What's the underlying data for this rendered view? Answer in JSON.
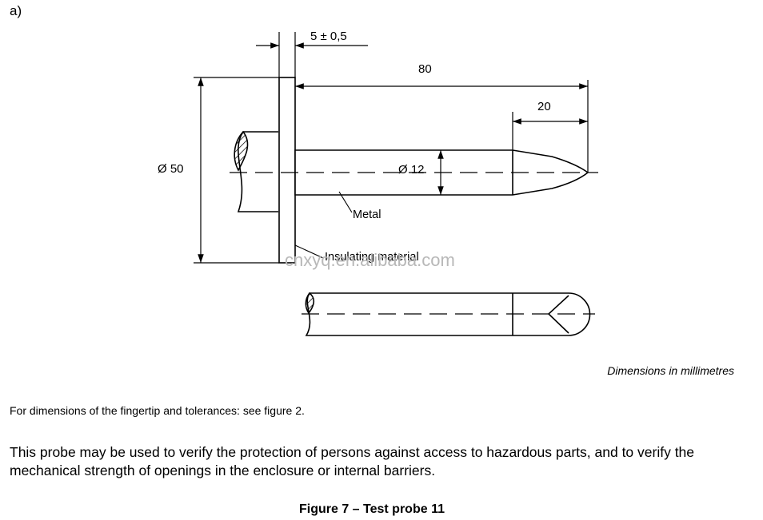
{
  "figure_label": "a)",
  "dimensions": {
    "tolerance_thickness": "5 ± 0,5",
    "length_total": "80",
    "tip_length": "20",
    "flange_diameter": "Ø 50",
    "shaft_diameter": "Ø 12"
  },
  "callouts": {
    "metal": "Metal",
    "insulating": "Insulating material"
  },
  "watermark": "cnxyq.en.alibaba.com",
  "units_note": "Dimensions in millimetres",
  "fingertip_note": "For dimensions of the fingertip and tolerances: see figure 2.",
  "description": "This probe may be used to verify the protection of persons against access to hazardous parts, and to verify the mechanical strength of openings in the enclosure or internal barriers.",
  "caption": "Figure 7 – Test probe 11"
}
